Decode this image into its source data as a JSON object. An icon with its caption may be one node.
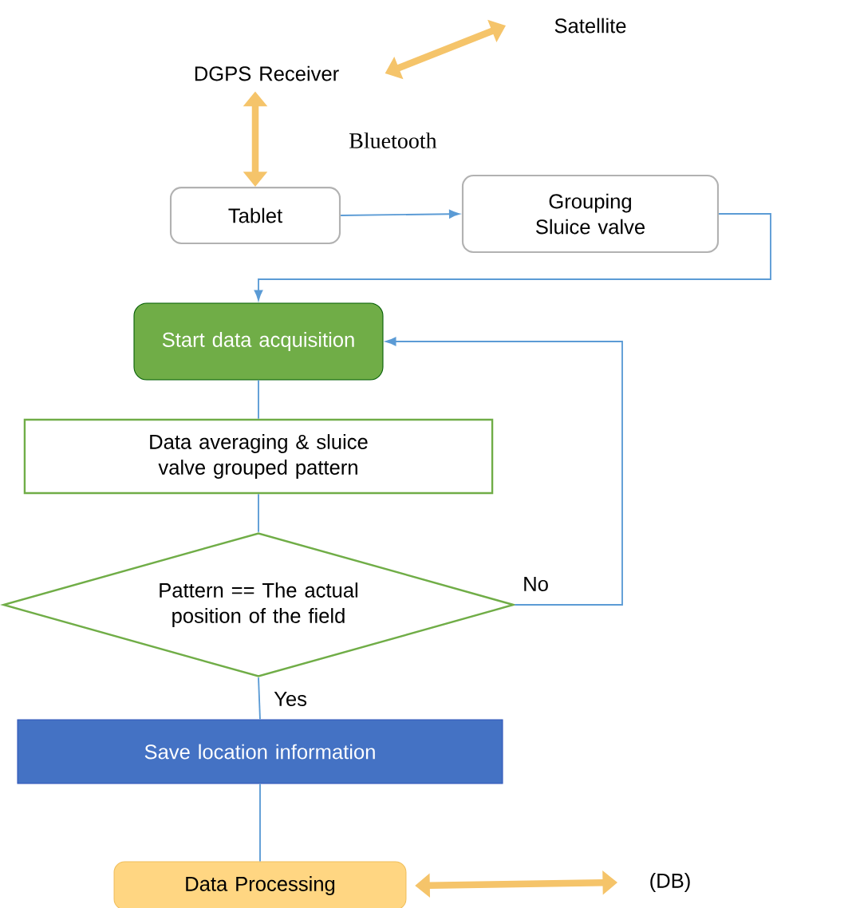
{
  "diagram": {
    "nodes": [
      {
        "text": [
          "Satellite"
        ]
      },
      {
        "text": [
          "DGPS Receiver"
        ]
      },
      {
        "text": [
          "Tablet"
        ]
      },
      {
        "text": [
          "Grouping Sluice valve"
        ]
      },
      {
        "text": [
          "Start data acquisition"
        ]
      },
      {
        "text": [
          "Data averaging & sluice valve grouped pattern"
        ]
      },
      {
        "text": [
          "Pattern == The actual position of the field"
        ]
      },
      {
        "text": [
          "Save location information"
        ]
      },
      {
        "text": [
          "Data Processing"
        ]
      },
      {
        "text": [
          "(DB)"
        ]
      }
    ],
    "edges": [
      {
        "from": 1,
        "to": 0,
        "arrow": "both",
        "style": "thick",
        "color": "#f5c46a"
      },
      {
        "from": 1,
        "to": 2,
        "arrow": "both",
        "style": "thick",
        "color": "#f5c46a",
        "label": "Bluetooth"
      },
      {
        "from": 2,
        "to": 3,
        "arrow": "to"
      },
      {
        "from": 3,
        "to": 4,
        "arrow": "to"
      },
      {
        "from": 4,
        "to": 5,
        "arrow": "none"
      },
      {
        "from": 5,
        "to": 6,
        "arrow": "none"
      },
      {
        "from": 6,
        "to": 4,
        "arrow": "to",
        "label": "No"
      },
      {
        "from": 6,
        "to": 7,
        "arrow": "none",
        "label": "Yes"
      },
      {
        "from": 7,
        "to": 8,
        "arrow": "none"
      },
      {
        "from": 8,
        "to": 9,
        "arrow": "both",
        "style": "thick",
        "color": "#f5c46a"
      }
    ]
  }
}
